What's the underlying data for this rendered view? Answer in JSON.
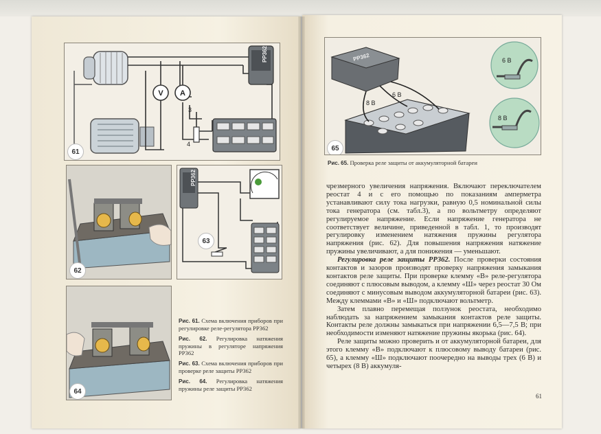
{
  "figures": {
    "fig61": {
      "number": "61",
      "meters": [
        "V",
        "A"
      ],
      "device": "РР362",
      "points": [
        "3",
        "4"
      ]
    },
    "fig62": {
      "number": "62"
    },
    "fig63": {
      "number": "63",
      "device": "РР362"
    },
    "fig64": {
      "number": "64"
    },
    "fig65": {
      "number": "65",
      "device": "РР362",
      "labels": [
        "6 В",
        "8 В"
      ]
    }
  },
  "captions": {
    "c61": {
      "label": "Рис. 61.",
      "text": "Схема включения приборов при регулировке реле-регулятора РР362"
    },
    "c62": {
      "label": "Рис. 62.",
      "text": "Регулировка натяжения пружины в регуляторе напряжения РР362"
    },
    "c63": {
      "label": "Рис. 63.",
      "text": "Схема включения приборов при проверке реле защиты РР362"
    },
    "c64": {
      "label": "Рис. 64.",
      "text": "Регулировка натяжения пружины реле защиты РР362"
    },
    "c65": {
      "label": "Рис. 65.",
      "text": "Проверка реле защиты от аккумуляторной батареи"
    }
  },
  "body": {
    "para1": "чрезмерного увеличения напряжения. Включают переключателем реостат 4 и с его помощью по показаниям амперметра устанавливают силу тока нагрузки, равную 0,5 номинальной силы тока генератора (см. табл.3), а по вольтметру определяют регулируемое напряжение. Если напряжение генератора не соответствует величине, приведенной в табл. 1, то производят регулировку изменением натяжения пружины регулятора напряжения (рис. 62). Для повышения напряжения натяжение пружины увеличивают, а для понижения — уменьшают.",
    "heading2": "Регулировка реле защиты РР362.",
    "para2": " После проверки состояния контактов и зазоров производят проверку напряжения замыкания контактов реле защиты. При проверке клемму «В» реле-регулятора соединяют с плюсовым выводом, а клемму «Ш» через реостат 30 Ом соединяют с минусовым выводом аккумуляторной батареи (рис. 63). Между клеммами «В» и «Ш» подключают вольтметр.",
    "para3": "Затем плавно перемещая ползунок реостата, необходимо наблюдать за напряжением замыкания контактов реле защиты. Контакты реле должны замыкаться при напряжении 6,5—7,5 В; при необходимости изменяют натяжение пружины якорька (рис. 64).",
    "para4": "Реле защиты можно проверить и от аккумуляторной батареи, для этого клемму «В» подключают к плюсовому выводу батареи (рис. 65), а клемму «Ш» подключают поочередно на выводы трех (6 В) и четырех (8 В) аккумуля-"
  },
  "page_number": "61"
}
